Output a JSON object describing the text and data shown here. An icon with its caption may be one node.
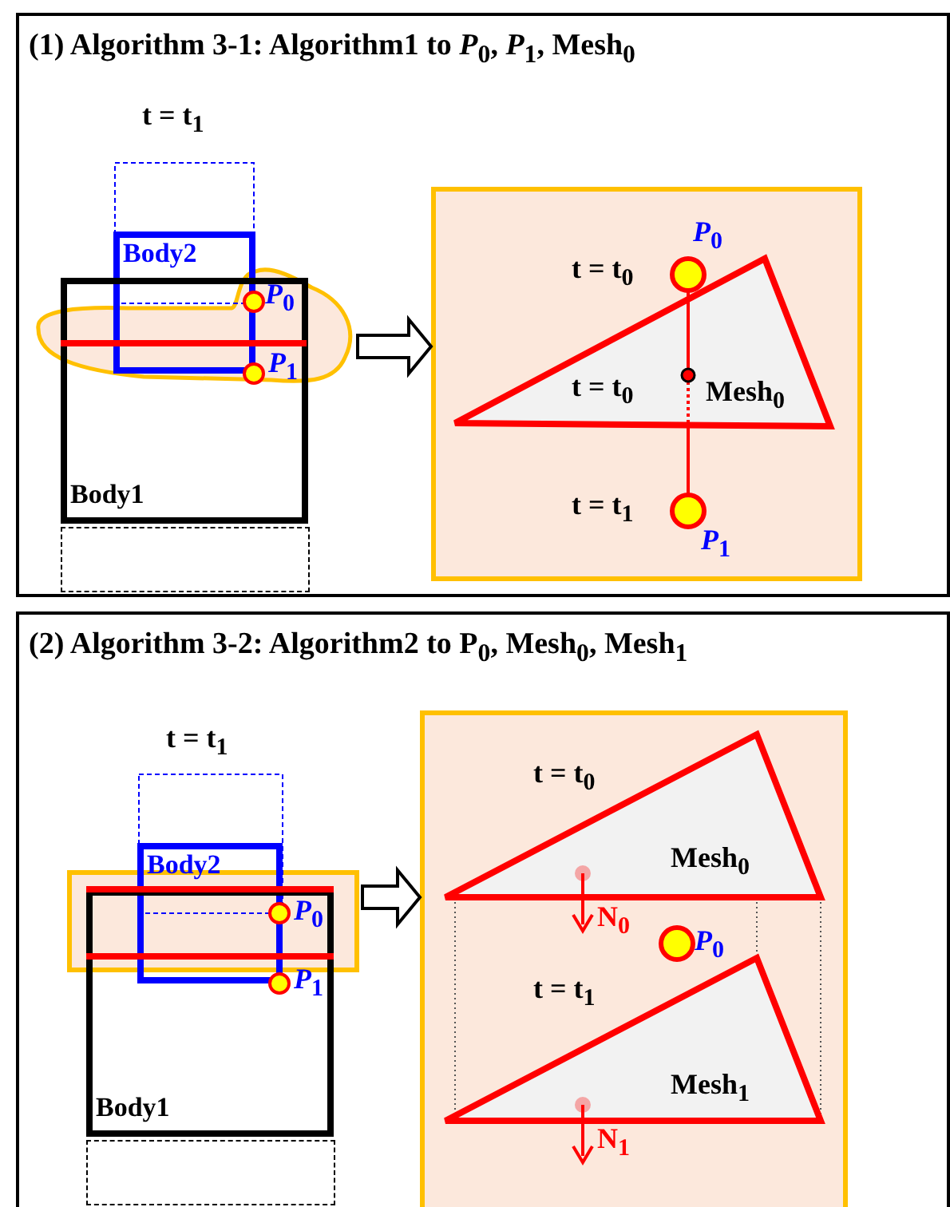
{
  "diagram": {
    "nodes": [
      {
        "text": [
          "(1) Algorithm 3-1: Algorithm1 to *P*$_{0}$, *P*$_{1}$, Mesh$_{0}$"
        ]
      },
      {
        "text": [
          "Body2"
        ],
        "in": 0
      },
      {
        "text": [
          "Body1"
        ],
        "in": 0
      },
      {
        "text": [],
        "shape": "cloud",
        "in": 0
      },
      {
        "text": [],
        "shape": "box",
        "in": 0
      },
      {
        "text": [
          "(2) Algorithm 3-2: Algorithm2 to P$_{0}$, Mesh$_{0}$, Mesh$_{1}$"
        ]
      },
      {
        "text": [
          "Body2"
        ],
        "in": 5
      },
      {
        "text": [
          "Body1"
        ],
        "in": 5
      },
      {
        "text": [],
        "shape": "box",
        "in": 5
      },
      {
        "text": [],
        "shape": "box",
        "in": 5
      },
      {
        "text": [],
        "shape": "box",
        "in": 0
      },
      {
        "text": [],
        "shape": "box",
        "in": 5
      }
    ],
    "edges": [
      {
        "from": 3,
        "to": 4,
        "arrow": "to"
      },
      {
        "from": 8,
        "to": 9,
        "arrow": "to"
      }
    ],
    "labels": [
      "t = t$_{1}$",
      "*P*$_{0}$",
      "*P*$_{1}$",
      "*P*$_{0}$",
      "t = t$_{0}$",
      "t = t$_{0}$",
      "Mesh$_{0}$",
      "t = t$_{1}$",
      "*P*$_{1}$",
      "t = t$_{1}$",
      "*P*$_{0}$",
      "*P*$_{1}$",
      "t = t$_{0}$",
      "Mesh$_{0}$",
      "N$_{0}$",
      "*P*$_{0}$",
      "t = t$_{1}$",
      "Mesh$_{1}$",
      "N$_{1}$"
    ]
  }
}
